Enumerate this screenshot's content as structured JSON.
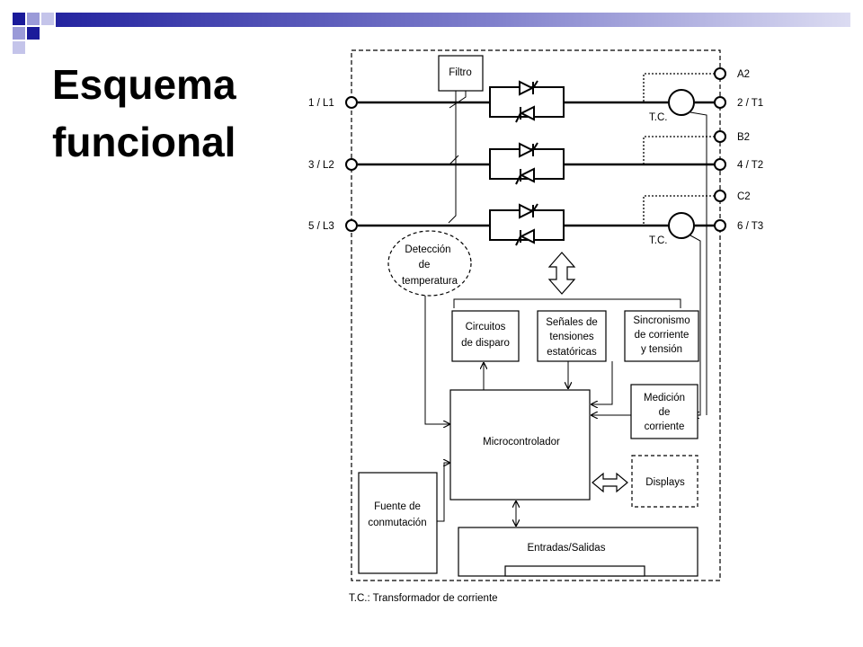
{
  "slide": {
    "title_line1": "Esquema",
    "title_line2": "funcional",
    "accent_colors": [
      "#1a1a9a",
      "#8b8bd6"
    ]
  },
  "diagram": {
    "terminals_left": [
      "1 / L1",
      "3 / L2",
      "5 / L3"
    ],
    "terminals_right": [
      "A2",
      "2 / T1",
      "B2",
      "4 / T2",
      "C2",
      "6 / T3"
    ],
    "ct_labels": [
      "T.C.",
      "T.C."
    ],
    "filter": "Filtro",
    "temperature": [
      "Detección",
      "de",
      "temperatura"
    ],
    "firing_circuits": [
      "Circuitos",
      "de disparo"
    ],
    "static_signals": [
      "Señales de",
      "tensiones",
      "estatóricas"
    ],
    "sync": [
      "Sincronismo",
      "de corriente",
      "y tensión"
    ],
    "current_measure": [
      "Medición",
      "de",
      "corriente"
    ],
    "microcontroller": "Microcontrolador",
    "displays": "Displays",
    "power_supply": [
      "Fuente de",
      "conmutación"
    ],
    "io": "Entradas/Salidas",
    "footnote": "T.C.: Transformador de corriente"
  }
}
